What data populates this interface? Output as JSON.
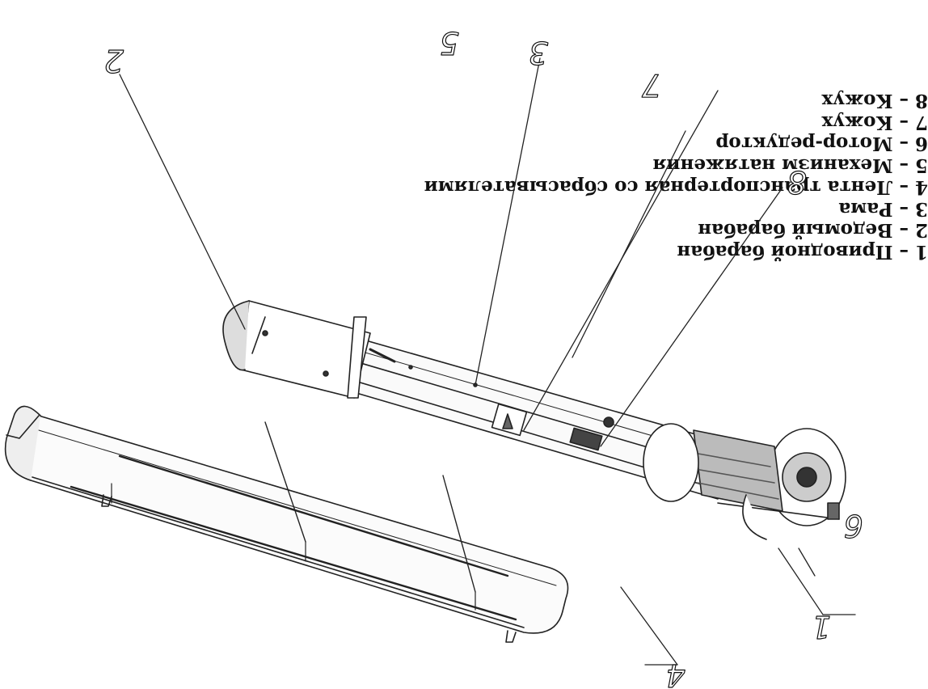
{
  "legend": [
    {
      "num": "1",
      "text": "Приводной барабан"
    },
    {
      "num": "2",
      "text": "Ведомый барабан"
    },
    {
      "num": "3",
      "text": "Рама"
    },
    {
      "num": "4",
      "text": "Лента транспортерная со сбрасывателями"
    },
    {
      "num": "5",
      "text": "Механизм натяжения"
    },
    {
      "num": "6",
      "text": "Мотор-редуктор"
    },
    {
      "num": "7",
      "text": "Кожух"
    },
    {
      "num": "8",
      "text": "Кожух"
    }
  ],
  "callouts": [
    "1",
    "2",
    "3",
    "4",
    "5",
    "6",
    "7",
    "8"
  ],
  "dash": "–"
}
